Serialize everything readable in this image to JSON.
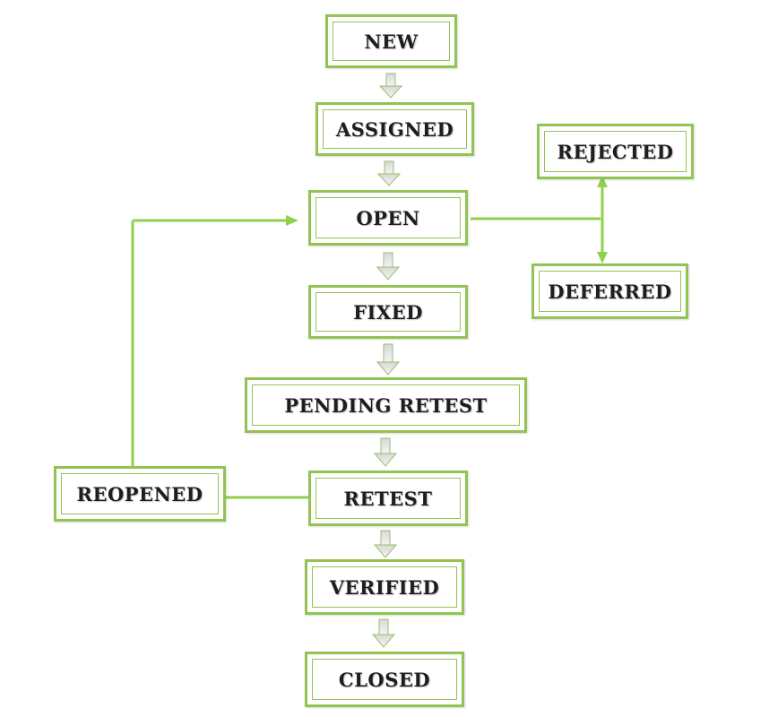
{
  "diagram": {
    "nodes": {
      "new": "NEW",
      "assigned": "ASSIGNED",
      "open": "OPEN",
      "fixed": "FIXED",
      "pending_retest": "PENDING RETEST",
      "retest": "RETEST",
      "verified": "VERIFIED",
      "closed": "CLOSED",
      "rejected": "REJECTED",
      "deferred": "DEFERRED",
      "reopened": "REOPENED"
    },
    "edges": [
      [
        "NEW",
        "ASSIGNED"
      ],
      [
        "ASSIGNED",
        "OPEN"
      ],
      [
        "OPEN",
        "FIXED"
      ],
      [
        "FIXED",
        "PENDING RETEST"
      ],
      [
        "PENDING RETEST",
        "RETEST"
      ],
      [
        "RETEST",
        "VERIFIED"
      ],
      [
        "VERIFIED",
        "CLOSED"
      ],
      [
        "OPEN",
        "REJECTED"
      ],
      [
        "OPEN",
        "DEFERRED"
      ],
      [
        "RETEST",
        "REOPENED"
      ],
      [
        "REOPENED",
        "OPEN"
      ]
    ],
    "colors": {
      "border": "#92C353",
      "connector": "#8ED14F",
      "text": "#1e1e1e"
    }
  }
}
